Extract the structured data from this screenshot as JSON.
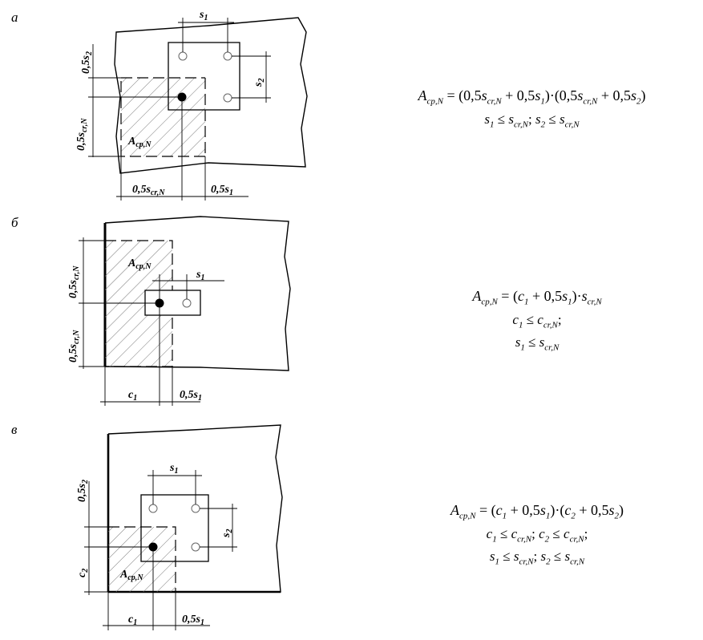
{
  "panels": [
    {
      "letter": "а",
      "labels": {
        "s1_top": "s",
        "s1_top_sub": "1",
        "s2_right": "s",
        "s2_right_sub": "2",
        "half_s2": "0,5s",
        "half_s2_sub": "2",
        "half_scr": "0,5s",
        "half_scr_sub": "cr,N",
        "area": "A",
        "area_sub": "cp,N",
        "bottom_scr": "0,5s",
        "bottom_scr_sub": "cr,N",
        "bottom_s1": "0,5s",
        "bottom_s1_sub": "1"
      },
      "formula": {
        "line1": "A_cp,N = (0,5s_cr,N + 0,5s_1)·(0,5s_cr,N + 0,5s_2)",
        "line2": "s_1 ≤ s_cr,N; s_2 ≤ s_cr,N"
      }
    },
    {
      "letter": "б",
      "labels": {
        "area": "A",
        "area_sub": "cp,N",
        "s1": "s",
        "s1_sub": "1",
        "half_scr_top": "0,5s",
        "half_scr_top_sub": "cr,N",
        "half_scr_bottom": "0,5s",
        "half_scr_bottom_sub": "cr,N",
        "c1": "c",
        "c1_sub": "1",
        "bottom_s1": "0,5s",
        "bottom_s1_sub": "1"
      },
      "formula": {
        "line1": "A_cp,N = (c_1 + 0,5s_1)·s_cr,N",
        "line2": "c_1 ≤ c_cr,N;",
        "line3": "s_1 ≤ s_cr,N"
      }
    },
    {
      "letter": "в",
      "labels": {
        "s1_top": "s",
        "s1_top_sub": "1",
        "s2_right": "s",
        "s2_right_sub": "2",
        "half_s2": "0,5s",
        "half_s2_sub": "2",
        "c2": "c",
        "c2_sub": "2",
        "area": "A",
        "area_sub": "cp,N",
        "c1": "c",
        "c1_sub": "1",
        "bottom_s1": "0,5s",
        "bottom_s1_sub": "1"
      },
      "formula": {
        "line1": "A_cp,N = (c_1 + 0,5s_1)·(c_2 + 0,5s_2)",
        "line2": "c_1 ≤ c_cr,N; c_2 ≤ c_cr,N;",
        "line3": "s_1 ≤ s_cr,N; s_2 ≤ s_cr,N"
      }
    }
  ]
}
